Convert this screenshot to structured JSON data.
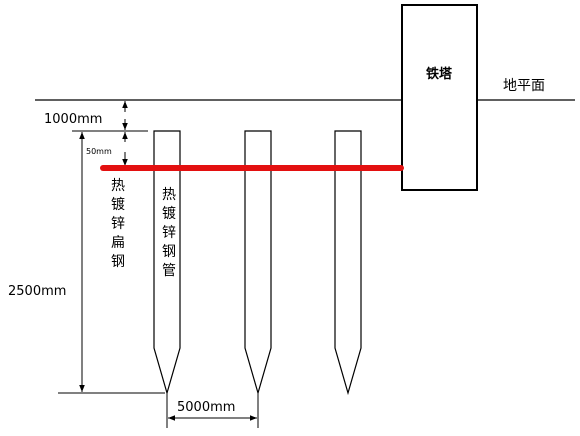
{
  "diagram": {
    "tower_label": "铁塔",
    "ground_label": "地平面",
    "depth_label": "1000mm",
    "small_offset_label": "50mm",
    "pipe_length_label": "2500mm",
    "spacing_label": "5000mm",
    "flat_steel_label": [
      "热",
      "镀",
      "锌",
      "扁",
      "钢"
    ],
    "steel_pipe_label": [
      "热",
      "镀",
      "锌",
      "钢",
      "管"
    ],
    "colors": {
      "conductor": "#e31010",
      "line": "#000000",
      "background": "#ffffff"
    }
  }
}
